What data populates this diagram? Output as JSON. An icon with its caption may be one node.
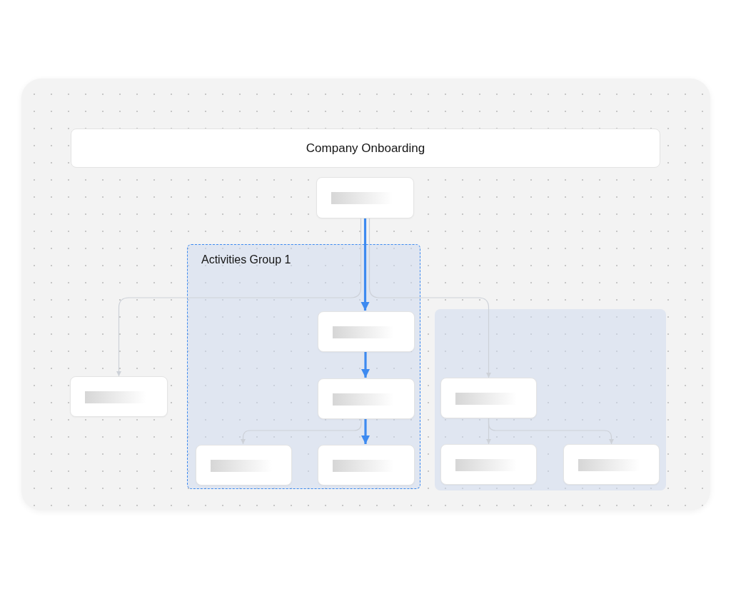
{
  "diagram": {
    "nodes": [
      {
        "text": [
          "Company Onboarding"
        ]
      },
      {
        "text": [],
        "shape": "box"
      },
      {
        "text": [
          "Activities Group 1"
        ]
      },
      {
        "text": [],
        "shape": "box",
        "in": 2
      },
      {
        "text": [],
        "shape": "box",
        "in": 2
      },
      {
        "text": [],
        "shape": "box",
        "in": 2
      },
      {
        "text": [],
        "shape": "box",
        "in": 2
      },
      {
        "text": [],
        "shape": "box"
      },
      {
        "text": [],
        "shape": "box"
      },
      {
        "text": [],
        "shape": "box",
        "in": 8
      },
      {
        "text": [],
        "shape": "box",
        "in": 8
      },
      {
        "text": [],
        "shape": "box",
        "in": 8
      }
    ],
    "edges": [
      {
        "from": 1,
        "to": 3,
        "arrow": "to",
        "style": "thick",
        "color": "#3d8af0"
      },
      {
        "from": 3,
        "to": 4,
        "arrow": "to",
        "style": "thick",
        "color": "#3d8af0"
      },
      {
        "from": 4,
        "to": 6,
        "arrow": "to",
        "style": "thick",
        "color": "#3d8af0"
      },
      {
        "from": 1,
        "to": 7,
        "arrow": "to"
      },
      {
        "from": 1,
        "to": 9,
        "arrow": "to"
      },
      {
        "from": 4,
        "to": 5,
        "arrow": "to"
      },
      {
        "from": 9,
        "to": 10,
        "arrow": "to"
      },
      {
        "from": 9,
        "to": 11,
        "arrow": "to"
      }
    ]
  }
}
